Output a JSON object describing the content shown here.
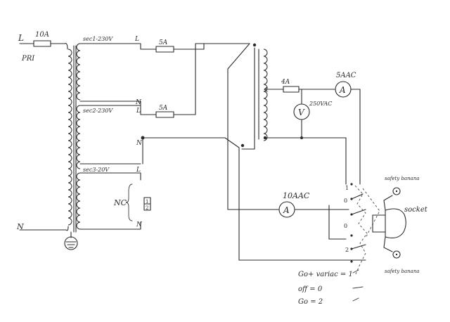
{
  "labels": {
    "line_in": "L",
    "primary": "PRI",
    "neutral_in": "N",
    "fuse_main": "10A",
    "sec1": "sec1-230V",
    "sec2": "sec2-230V",
    "sec3": "sec3-20V",
    "sec_line": "L",
    "sec_neutral": "N",
    "fuse_sec1": "5A",
    "fuse_sec2": "5A",
    "nc": "NC",
    "nc_pin1": "1",
    "nc_pin2": "2",
    "fuse_variac": "4A",
    "ammeter_top_rating": "5AAC",
    "voltmeter_rating": "250VAC",
    "ammeter_mid_rating": "10AAC",
    "ammeter_symbol": "A",
    "voltmeter_symbol": "V",
    "socket": "socket",
    "safety_banana_top": "safety banana",
    "safety_banana_bottom": "safety banana",
    "pos_1": "1",
    "pos_0a": "0",
    "pos_0b": "0",
    "pos_2": "2",
    "legend_1": "Go+ variac = 1",
    "legend_0": "off = 0",
    "legend_2": "Go = 2"
  }
}
